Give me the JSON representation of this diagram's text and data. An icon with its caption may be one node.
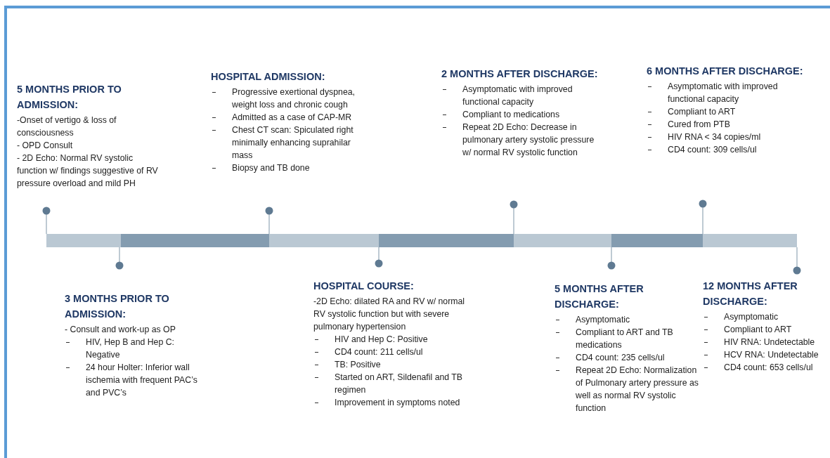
{
  "diagram": {
    "labels": [
      "5 MONTHS PRIOR TO ADMISSION:",
      "-Onset of vertigo & loss of consciousness",
      "- OPD Consult",
      "- 2D Echo: Normal RV systolic function w/ findings suggestive of RV pressure overload and mild PH",
      "3 MONTHS PRIOR TO ADMISSION:",
      "- Consult and work-up as OP",
      "HIV, Hep B and Hep C: Negative",
      "24 hour Holter:  Inferior wall ischemia with frequent PAC’s and PVC’s",
      "HOSPITAL ADMISSION:",
      "Progressive exertional dyspnea, weight loss and chronic cough",
      "Admitted as a case of CAP-MR",
      "Chest CT scan: Spiculated right minimally enhancing suprahilar mass",
      "Biopsy and TB done",
      "HOSPITAL COURSE:",
      "-2D Echo: dilated RA and RV w/ normal RV systolic function but with severe pulmonary hypertension",
      "HIV and Hep C: Positive",
      "CD4 count: 211 cells/ul",
      "TB: Positive",
      "Started on ART, Sildenafil and TB regimen",
      "Improvement in symptoms noted",
      "2 MONTHS AFTER DISCHARGE:",
      "Asymptomatic with improved functional capacity",
      "Compliant to medications",
      "Repeat 2D Echo: Decrease in pulmonary artery systolic pressure w/ normal RV systolic function",
      "5 MONTHS AFTER DISCHARGE:",
      "Asymptomatic",
      "Compliant to ART and TB medications",
      "CD4 count: 235 cells/ul",
      "Repeat 2D Echo: Normalization of Pulmonary artery pressure as  well as normal RV systolic function",
      "6 MONTHS AFTER DISCHARGE:",
      "Asymptomatic with improved functional capacity",
      "Compliant to ART",
      "Cured from PTB",
      "HIV RNA < 34 copies/ml",
      "CD4 count: 309 cells/ul",
      "12 MONTHS AFTER DISCHARGE:",
      "Asymptomatic",
      "Compliant to ART",
      "HIV RNA: Undetectable",
      "HCV RNA: Undetectable",
      "CD4 count: 653 cells/ul"
    ]
  }
}
